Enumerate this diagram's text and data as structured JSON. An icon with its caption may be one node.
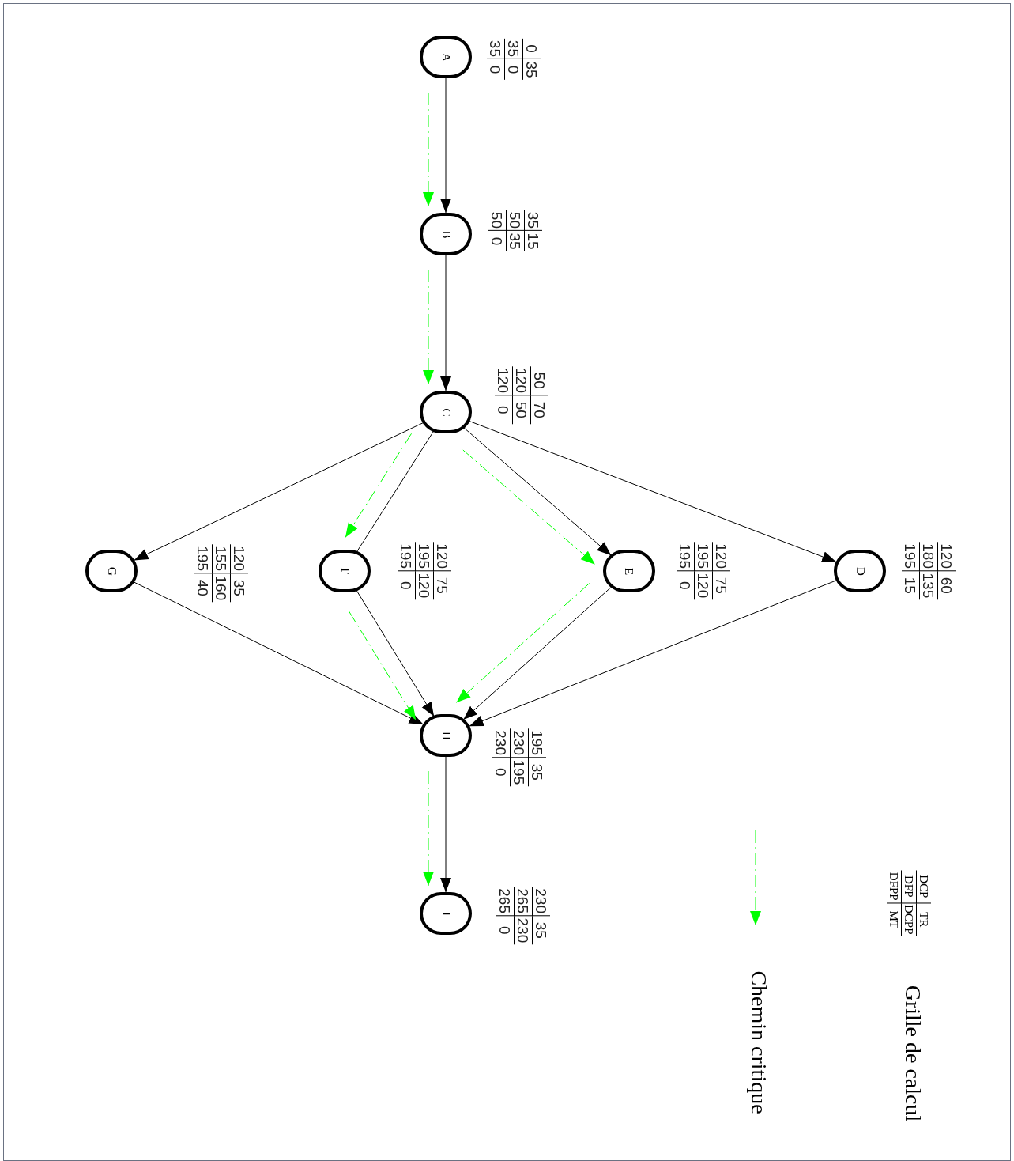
{
  "diagram": {
    "nodes": [
      {
        "text": [
          "A"
        ],
        "beside": [
          "0",
          "35",
          "35",
          "0",
          "35",
          "0"
        ]
      },
      {
        "text": [
          "B"
        ],
        "beside": [
          "35",
          "15",
          "50",
          "35",
          "50",
          "0"
        ]
      },
      {
        "text": [
          "C"
        ],
        "beside": [
          "50",
          "70",
          "120",
          "50",
          "120",
          "0"
        ]
      },
      {
        "text": [
          "G"
        ],
        "beside": [
          "120",
          "35",
          "155",
          "160",
          "195",
          "40"
        ]
      },
      {
        "text": [
          "F"
        ],
        "beside": [
          "120",
          "75",
          "195",
          "120",
          "195",
          "0"
        ]
      },
      {
        "text": [
          "E"
        ],
        "beside": [
          "120",
          "75",
          "195",
          "120",
          "195",
          "0"
        ]
      },
      {
        "text": [
          "D"
        ],
        "beside": [
          "120",
          "60",
          "180",
          "135",
          "195",
          "15"
        ]
      },
      {
        "text": [
          "H"
        ],
        "beside": [
          "195",
          "35",
          "230",
          "195",
          "230",
          "0"
        ]
      },
      {
        "text": [
          "I"
        ],
        "beside": [
          "230",
          "35",
          "265",
          "230",
          "265",
          "0"
        ]
      }
    ],
    "edges": [
      {
        "from": 0,
        "to": 1,
        "arrow": "to"
      },
      {
        "from": 1,
        "to": 2,
        "arrow": "to"
      },
      {
        "from": 2,
        "to": 3,
        "arrow": "to"
      },
      {
        "from": 2,
        "to": 4,
        "arrow": "none"
      },
      {
        "from": 2,
        "to": 5,
        "arrow": "to"
      },
      {
        "from": 2,
        "to": 6,
        "arrow": "to"
      },
      {
        "from": 3,
        "to": 7,
        "arrow": "to"
      },
      {
        "from": 4,
        "to": 7,
        "arrow": "to"
      },
      {
        "from": 5,
        "to": 7,
        "arrow": "to"
      },
      {
        "from": 6,
        "to": 7,
        "arrow": "to"
      },
      {
        "from": 7,
        "to": 8,
        "arrow": "to"
      },
      {
        "from": 0,
        "to": 1,
        "arrow": "to",
        "style": "dashed",
        "color": "#00ff00"
      },
      {
        "from": 1,
        "to": 2,
        "arrow": "to",
        "style": "dashed",
        "color": "#00ff00"
      },
      {
        "from": 2,
        "to": 4,
        "arrow": "to",
        "style": "dashed",
        "color": "#00ff00"
      },
      {
        "from": 2,
        "to": 5,
        "arrow": "to",
        "style": "dashed",
        "color": "#00ff00"
      },
      {
        "from": 4,
        "to": 7,
        "arrow": "to",
        "style": "dashed",
        "color": "#00ff00"
      },
      {
        "from": 5,
        "to": 7,
        "arrow": "to",
        "style": "dashed",
        "color": "#00ff00"
      },
      {
        "from": 7,
        "to": 8,
        "arrow": "to",
        "style": "dashed",
        "color": "#00ff00"
      }
    ],
    "labels": [
      "DCP",
      "TR",
      "DFP",
      "DCPP",
      "DFPP",
      "MT",
      "Grille de calcul"
    ],
    "legend": [
      {
        "text": "Chemin critique"
      }
    ]
  }
}
